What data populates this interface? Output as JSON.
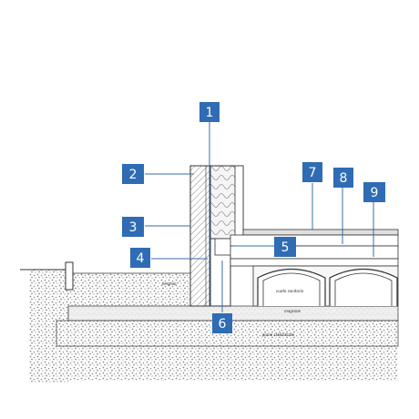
{
  "colors": {
    "callout_bg": "#2f6cb3",
    "callout_text": "#ffffff",
    "leader": "#3a6ea5",
    "line": "#333333",
    "gravel": "#9a9a9a",
    "concrete": "#e6e6e6",
    "insulation": "#f2f2f2"
  },
  "callouts": [
    {
      "num": "1"
    },
    {
      "num": "2"
    },
    {
      "num": "3"
    },
    {
      "num": "4"
    },
    {
      "num": "5"
    },
    {
      "num": "6"
    },
    {
      "num": "7"
    },
    {
      "num": "8"
    },
    {
      "num": "9"
    }
  ],
  "labels": {
    "ground_fill": "vespaio",
    "crawl_space": "vuoto sanitario",
    "slab_band": "magrone",
    "subbase": "piano stabilizzato"
  }
}
